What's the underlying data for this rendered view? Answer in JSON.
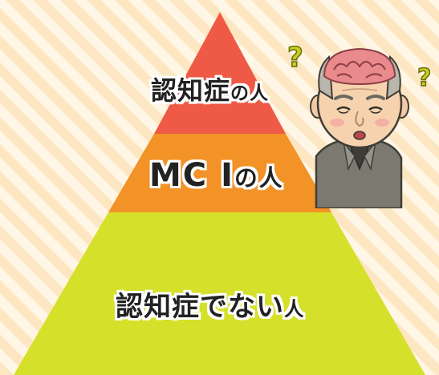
{
  "pyramid": {
    "levels": [
      {
        "main": "認知症",
        "suffix": "の人",
        "color": "#ee5a45"
      },
      {
        "main": "MC I",
        "suffix": "の人",
        "color": "#f29227"
      },
      {
        "main": "認知症でない",
        "suffix": "人",
        "color": "#d5e02a"
      }
    ]
  },
  "illustration": {
    "subject": "confused-elderly-man",
    "icons": [
      "question-mark-icon",
      "question-mark-icon",
      "brain-icon"
    ]
  }
}
